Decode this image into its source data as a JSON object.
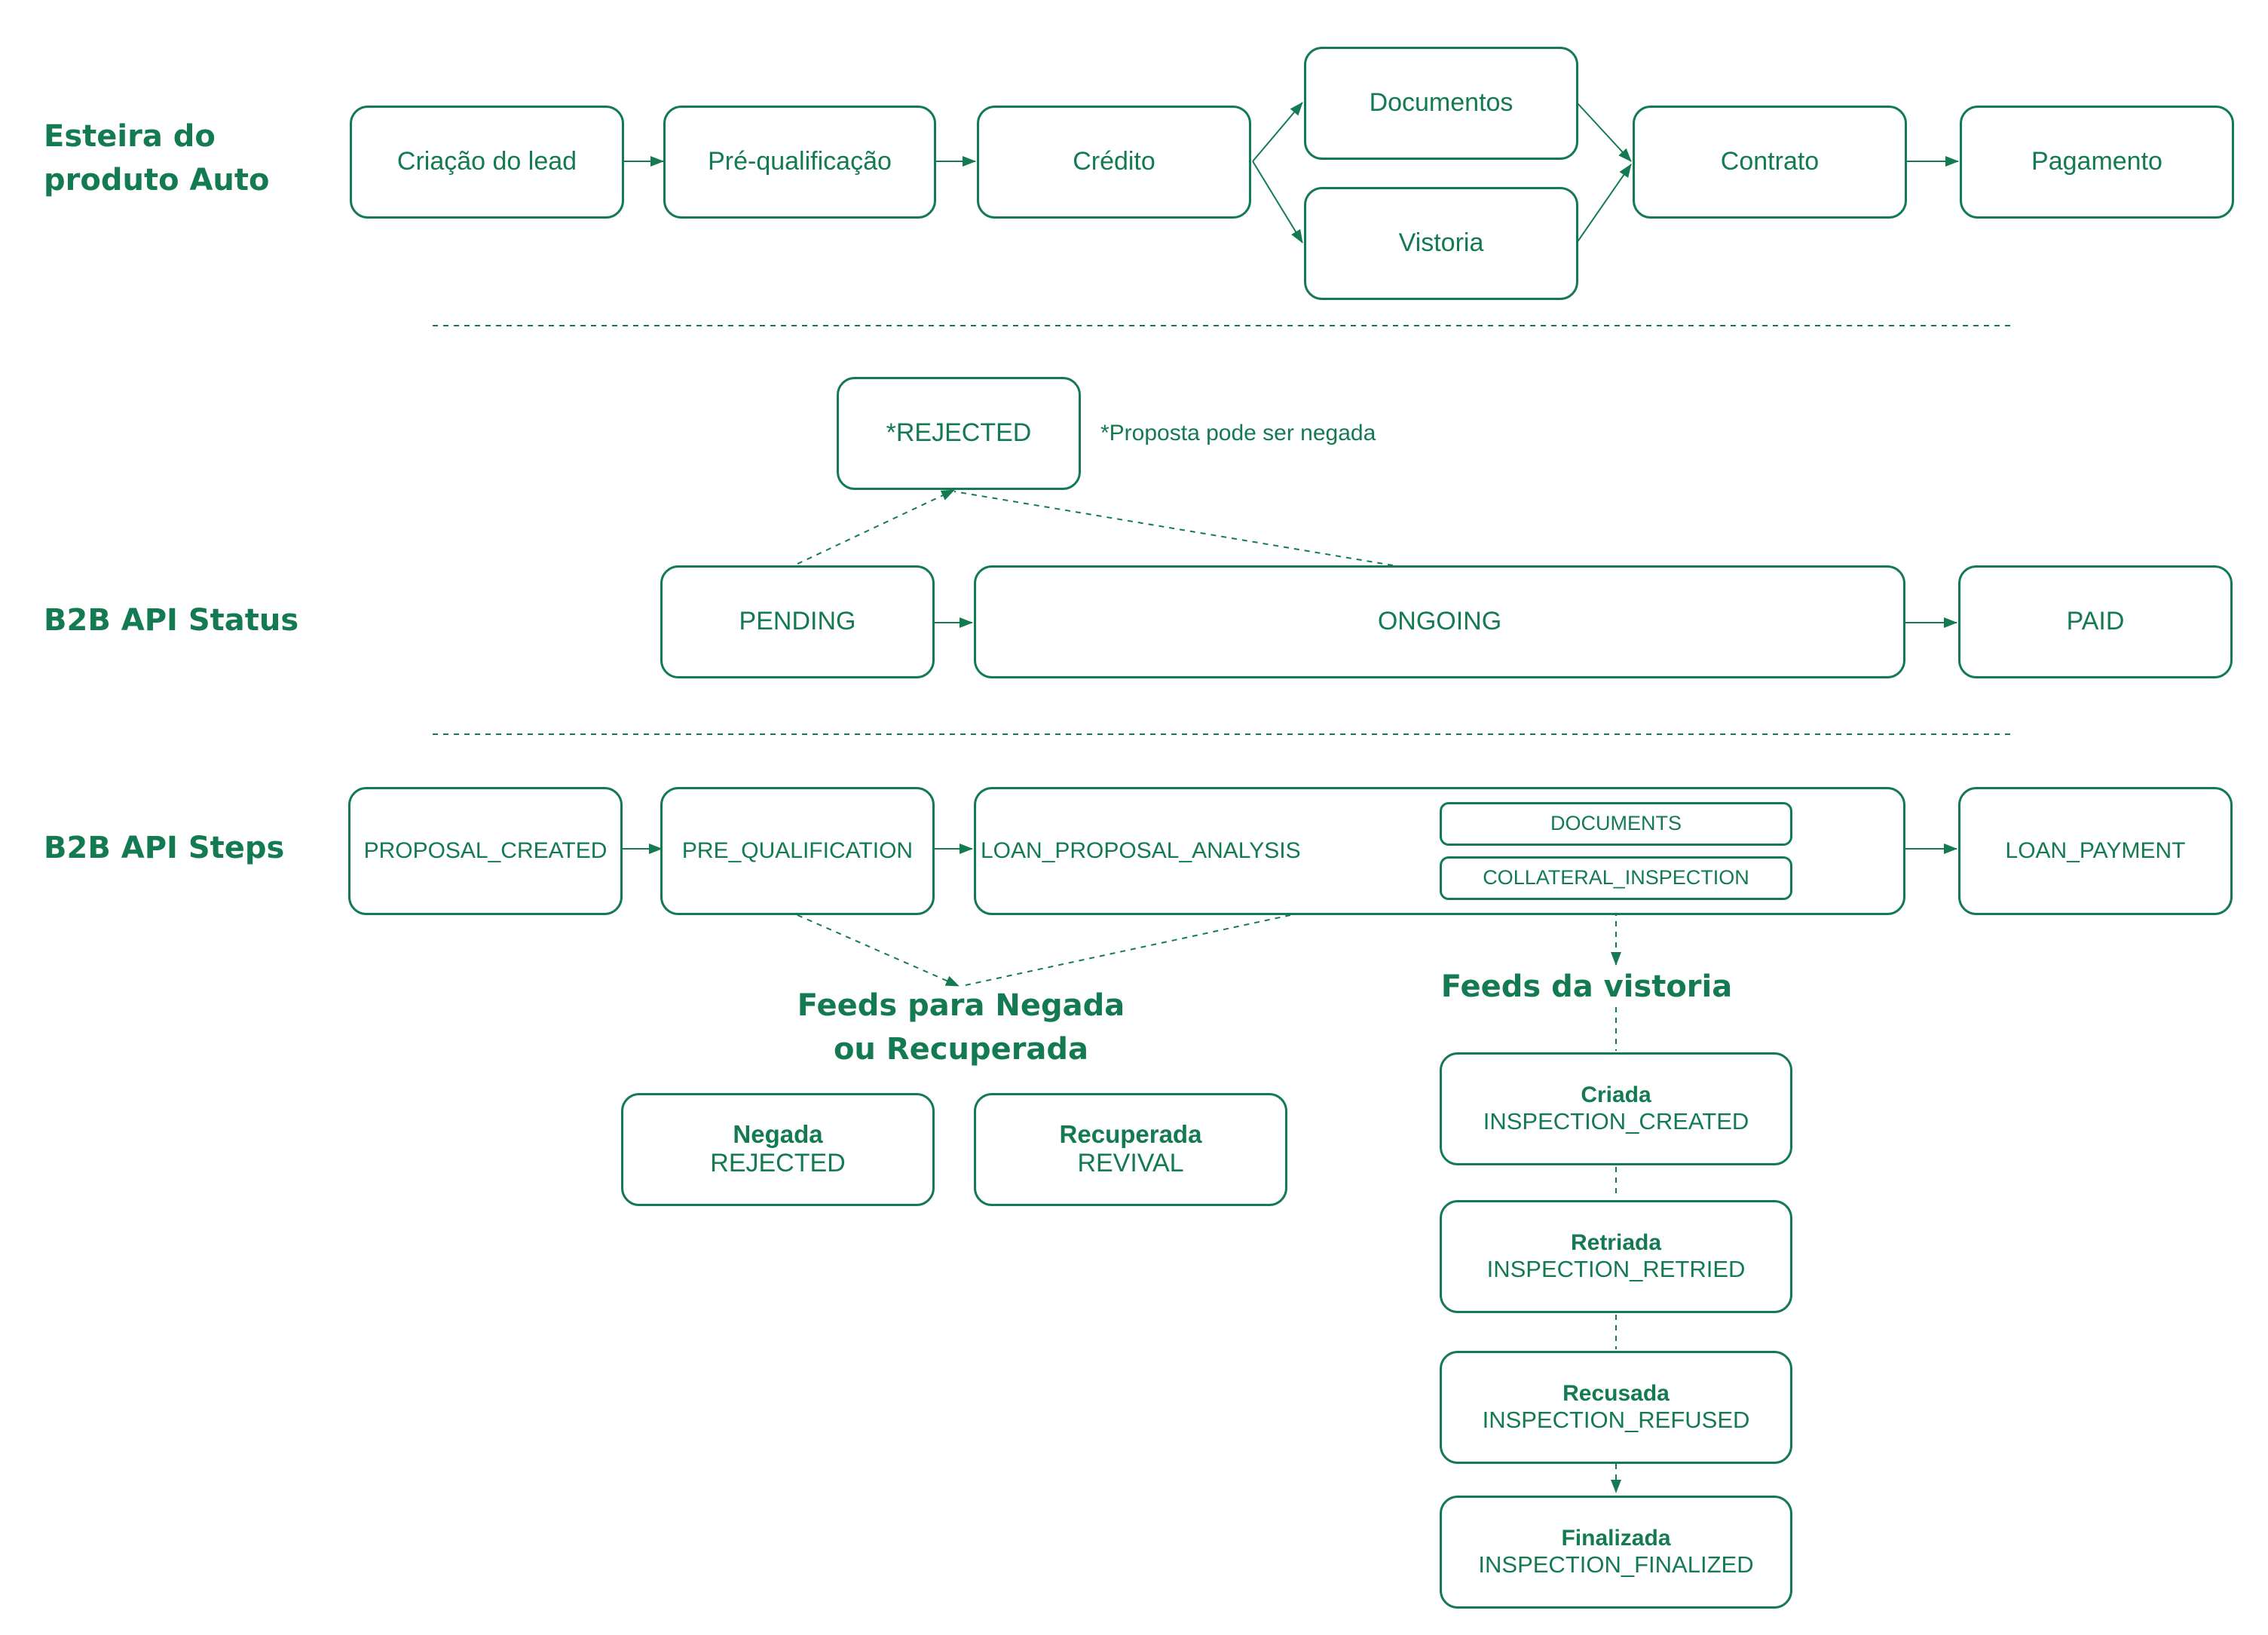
{
  "rows": {
    "esteira": {
      "label_line1": "Esteira do",
      "label_line2": "produto Auto",
      "steps": {
        "lead": "Criação do lead",
        "prequal": "Pré-qualificação",
        "credito": "Crédito",
        "documentos": "Documentos",
        "vistoria": "Vistoria",
        "contrato": "Contrato",
        "pagamento": "Pagamento"
      }
    },
    "status": {
      "label": "B2B API Status",
      "rejected": "*REJECTED",
      "rejected_note": "*Proposta pode ser negada",
      "pending": "PENDING",
      "ongoing": "ONGOING",
      "paid": "PAID"
    },
    "steps": {
      "label": "B2B API Steps",
      "proposal_created": "PROPOSAL_CREATED",
      "pre_qualification": "PRE_QUALIFICATION",
      "loan_proposal_analysis": "LOAN_PROPOSAL_ANALYSIS",
      "documents": "DOCUMENTS",
      "collateral_inspection": "COLLATERAL_INSPECTION",
      "loan_payment": "LOAN_PAYMENT"
    }
  },
  "feeds_negada": {
    "title_line1": "Feeds para Negada",
    "title_line2": "ou Recuperada",
    "negada": {
      "title": "Negada",
      "code": "REJECTED"
    },
    "recuperada": {
      "title": "Recuperada",
      "code": "REVIVAL"
    }
  },
  "feeds_vistoria": {
    "title": "Feeds da vistoria",
    "items": [
      {
        "title": "Criada",
        "code": "INSPECTION_CREATED"
      },
      {
        "title": "Retriada",
        "code": "INSPECTION_RETRIED"
      },
      {
        "title": "Recusada",
        "code": "INSPECTION_REFUSED"
      },
      {
        "title": "Finalizada",
        "code": "INSPECTION_FINALIZED"
      }
    ]
  },
  "colors": {
    "accent": "#137a52",
    "background": "#ffffff"
  }
}
